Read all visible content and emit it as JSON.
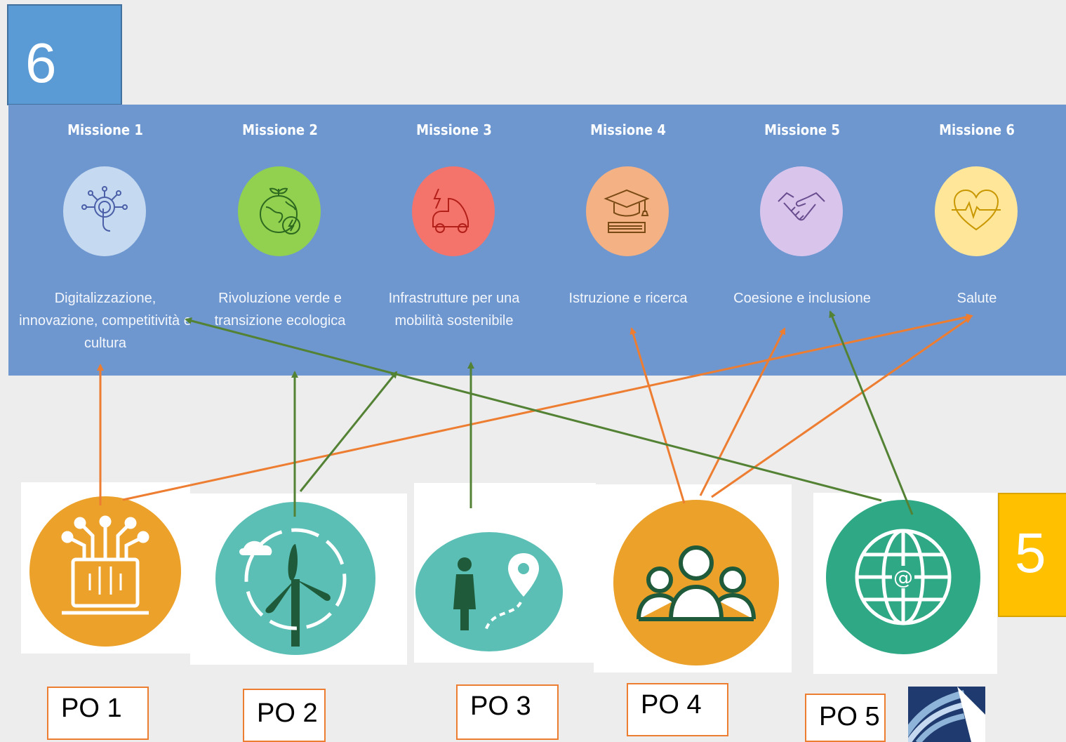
{
  "badges": {
    "top_left": "6",
    "right": "5"
  },
  "colors": {
    "banner": "#6e97d0",
    "orange_arrow": "#ed7d31",
    "green_arrow": "#548235",
    "po_orange": "#eba12a",
    "po_teal": "#5bbfb5",
    "po_green": "#2fa885",
    "label_border": "#ed7d31"
  },
  "missions": [
    {
      "title": "Missione 1",
      "desc": "Digitalizzazione, innovazione, competitività e cultura",
      "icon": "digital-touch-icon",
      "color": "#c5d9f0"
    },
    {
      "title": "Missione 2",
      "desc": "Rivoluzione verde e transizione ecologica",
      "icon": "green-earth-icon",
      "color": "#92d050"
    },
    {
      "title": "Missione 3",
      "desc": "Infrastrutture per una mobilità sostenibile",
      "icon": "electric-car-icon",
      "color": "#f4736b"
    },
    {
      "title": "Missione 4",
      "desc": "Istruzione e ricerca",
      "icon": "graduation-cap-icon",
      "color": "#f4b183"
    },
    {
      "title": "Missione 5",
      "desc": "Coesione e inclusione",
      "icon": "handshake-icon",
      "color": "#d9c5ec"
    },
    {
      "title": "Missione 6",
      "desc": "Salute",
      "icon": "heart-pulse-icon",
      "color": "#ffe699"
    }
  ],
  "po": [
    {
      "label": "PO 1",
      "icon": "digital-tree-laptop-icon",
      "color": "#eba12a"
    },
    {
      "label": "PO 2",
      "icon": "wind-turbine-icon",
      "color": "#5bbfb5"
    },
    {
      "label": "PO 3",
      "icon": "person-location-icon",
      "color": "#5bbfb5"
    },
    {
      "label": "PO 4",
      "icon": "people-group-icon",
      "color": "#eba12a"
    },
    {
      "label": "PO 5",
      "icon": "globe-at-icon",
      "color": "#2fa885"
    }
  ],
  "links": [
    {
      "from": "PO 1",
      "to": "Missione 1",
      "color": "orange"
    },
    {
      "from": "PO 1",
      "to": "Missione 6",
      "color": "orange"
    },
    {
      "from": "PO 2",
      "to": "Missione 2",
      "color": "green"
    },
    {
      "from": "PO 2",
      "to": "Missione 3",
      "color": "green"
    },
    {
      "from": "PO 3",
      "to": "Missione 3",
      "color": "green"
    },
    {
      "from": "PO 4",
      "to": "Missione 4",
      "color": "orange"
    },
    {
      "from": "PO 4",
      "to": "Missione 5",
      "color": "orange"
    },
    {
      "from": "PO 4",
      "to": "Missione 6",
      "color": "orange"
    },
    {
      "from": "PO 5",
      "to": "Missione 1",
      "color": "green"
    },
    {
      "from": "PO 5",
      "to": "Missione 5",
      "color": "green"
    }
  ],
  "logo": {
    "icon": "institution-logo-icon"
  }
}
